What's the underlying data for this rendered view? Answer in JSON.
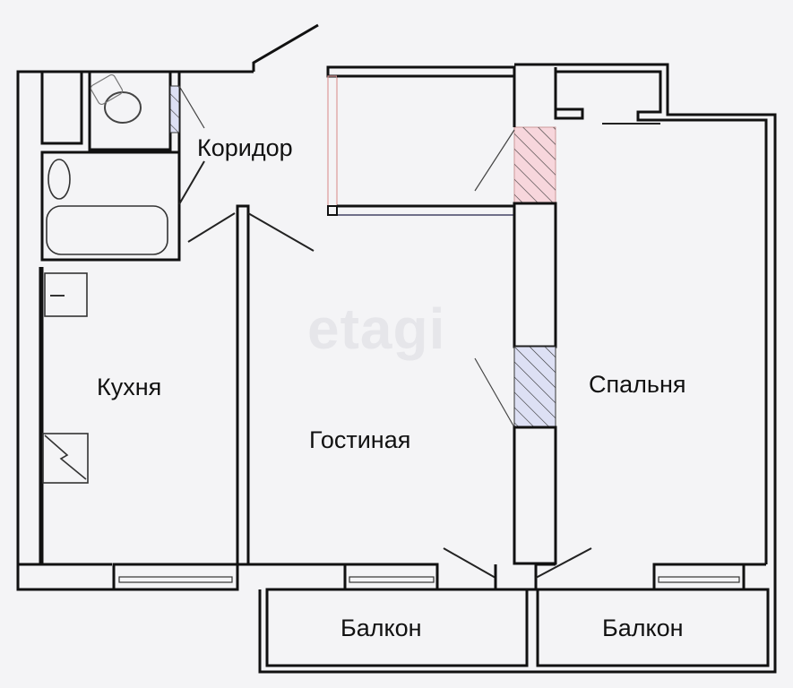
{
  "plan": {
    "rooms": {
      "corridor": "Коридор",
      "kitchen": "Кухня",
      "living_room": "Гостиная",
      "bedroom": "Спальня",
      "balcony_left": "Балкон",
      "balcony_right": "Балкон"
    },
    "watermark": "etagi",
    "colors": {
      "wall": "#111111",
      "background": "#f4f4f6",
      "hatch_pink": "#f7d6dc",
      "hatch_blue": "#dde0f4"
    }
  }
}
